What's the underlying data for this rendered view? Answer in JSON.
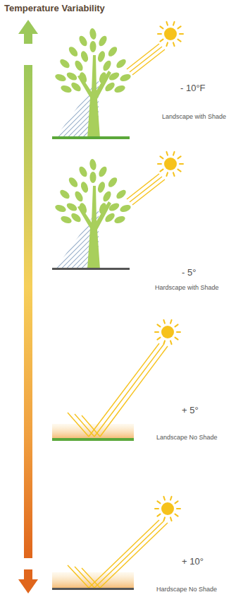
{
  "diagram": {
    "title": "Temperature Variability",
    "labels": [
      "- 10°F",
      "Landscape with Shade",
      "- 5°",
      "Hardscape with Shade",
      "+ 5°",
      "Landscape No Shade",
      "+ 10°",
      "Hardscape No Shade"
    ]
  }
}
